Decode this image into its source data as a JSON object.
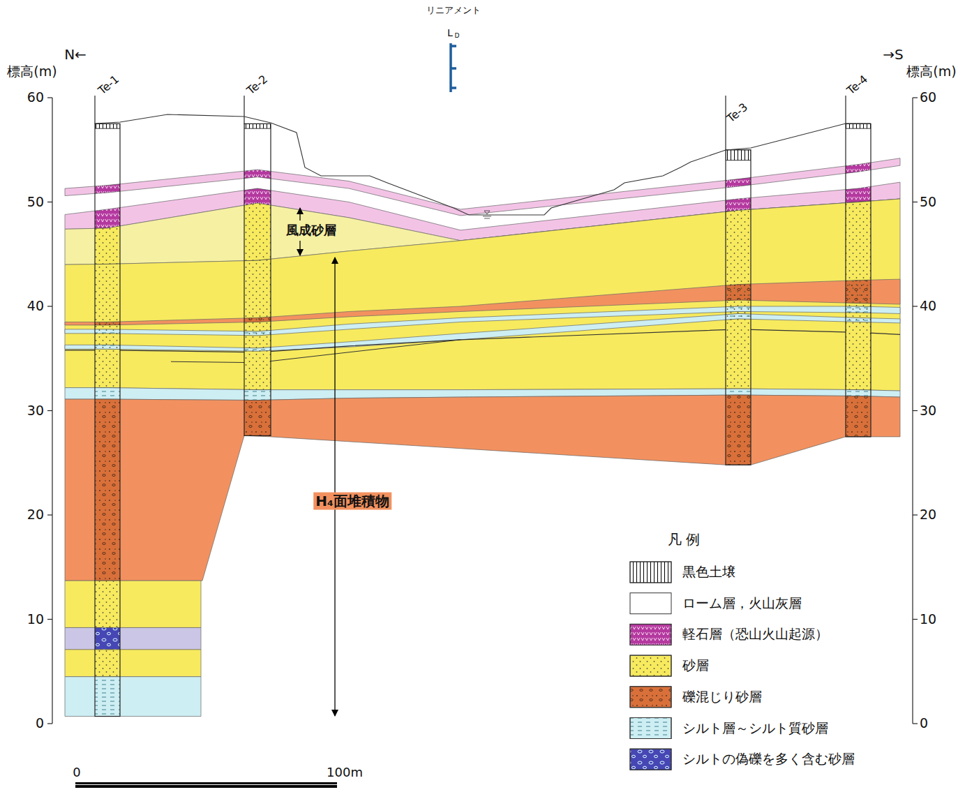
{
  "diagram": {
    "labels": [
      "リニアメント",
      "L",
      "D",
      "N←",
      "→S",
      "標高(m)",
      "標高(m)",
      "60",
      "50",
      "40",
      "30",
      "20",
      "10",
      "0",
      "60",
      "50",
      "40",
      "30",
      "20",
      "10",
      "0",
      "Te-1",
      "Te-2",
      "Te-3",
      "Te-4",
      "風成砂層",
      "H₄面堆積物",
      "0",
      "100m",
      "凡 例"
    ],
    "legend": [
      {
        "text": "黒色土壌"
      },
      {
        "text": "ローム層，火山灰層",
        "color": "#ffffff"
      },
      {
        "text": "軽石層（恐山火山起源）",
        "color": "#b4399f"
      },
      {
        "text": "砂層",
        "color": "#f7ea5e"
      },
      {
        "text": "礫混じり砂層",
        "color": "#d9703a"
      },
      {
        "text": "シルト層～シルト質砂層",
        "color": "#cdeef3"
      },
      {
        "text": "シルトの偽礫を多く含む砂層",
        "color": "#4646b4"
      }
    ]
  }
}
